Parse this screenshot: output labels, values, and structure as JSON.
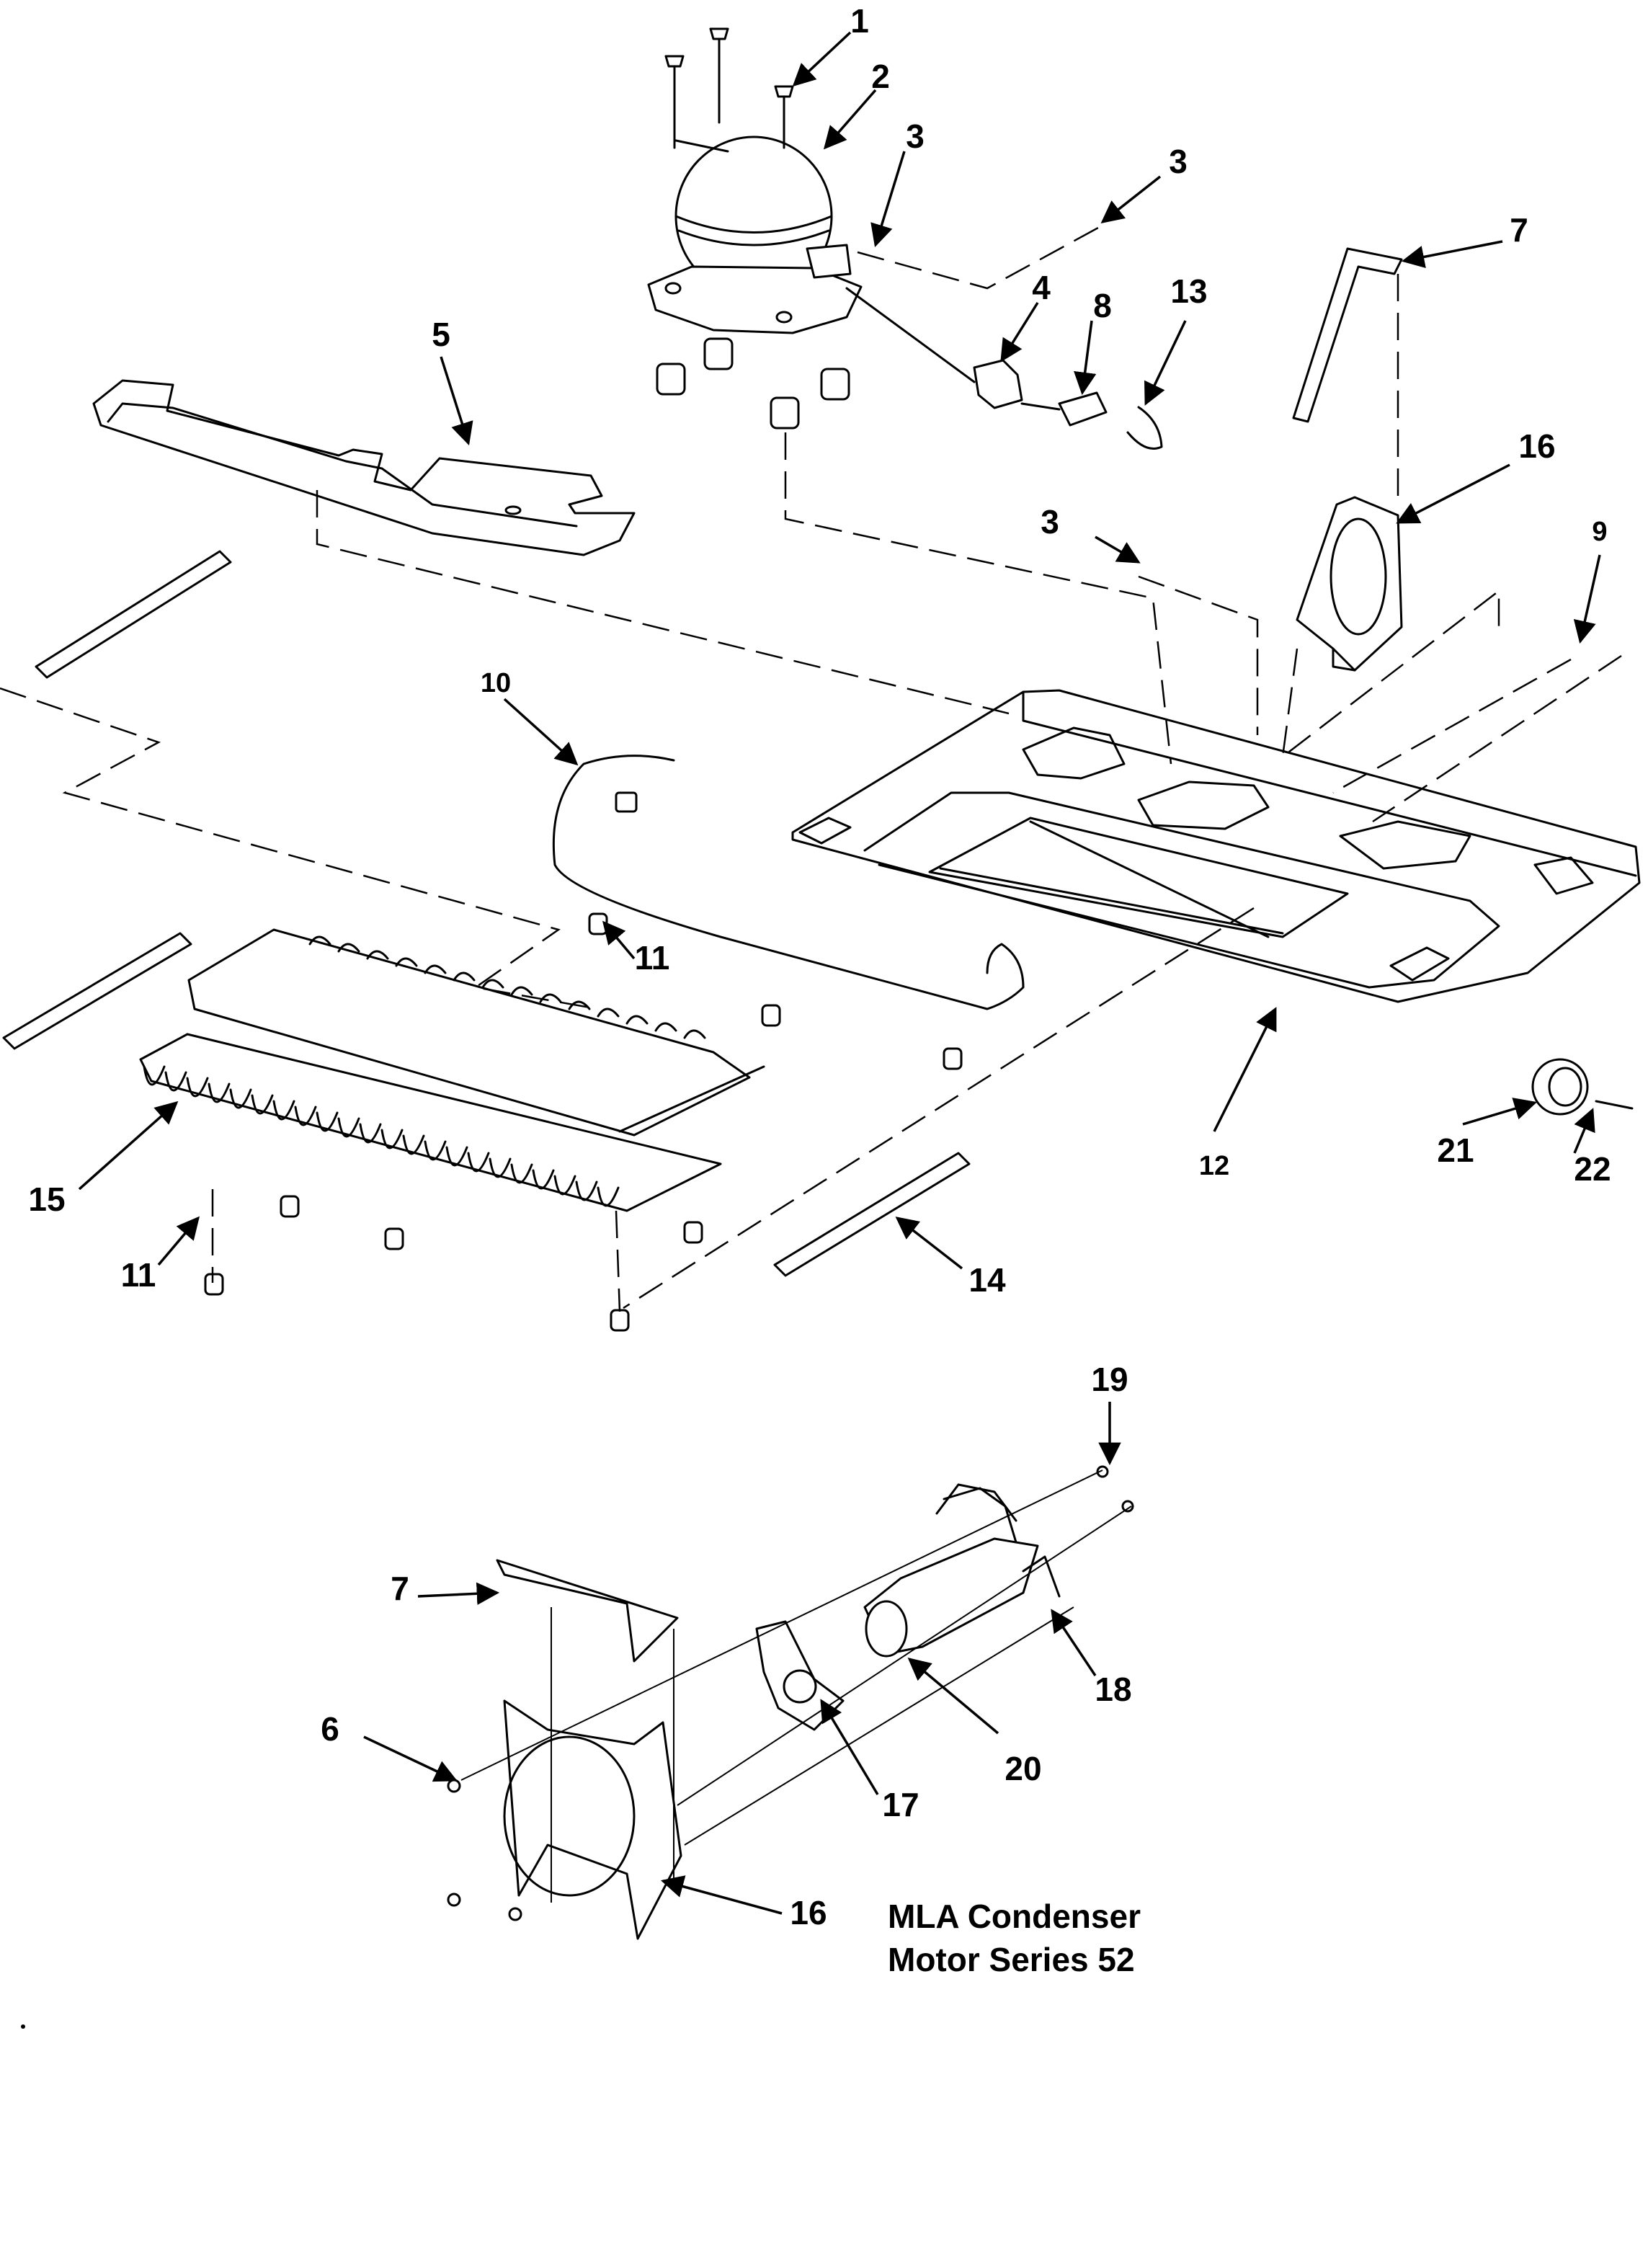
{
  "diagram": {
    "callouts": [
      "1",
      "2",
      "3",
      "3",
      "3",
      "4",
      "5",
      "7",
      "8",
      "13",
      "16",
      "9",
      "10",
      "11",
      "11",
      "12",
      "15",
      "14",
      "21",
      "22",
      "19",
      "7",
      "6",
      "18",
      "20",
      "17",
      "16"
    ],
    "caption_lines": [
      "MLA Condenser",
      "Motor Series 52"
    ]
  }
}
